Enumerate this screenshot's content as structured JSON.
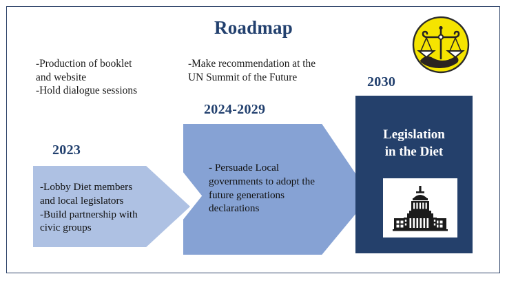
{
  "slide": {
    "title": "Roadmap",
    "accent_navy": "#22406e",
    "arrow_light_blue": "#aec1e3",
    "arrow_mid_blue": "#86a2d4",
    "dest_box_navy": "#24406b",
    "logo_yellow": "#F5E400",
    "border_color": "#2e4369"
  },
  "notes": {
    "phase_2023": "-Production of booklet\nand website\n-Hold dialogue sessions",
    "phase_2024": "-Make recommendation at the\nUN Summit of the Future"
  },
  "years": {
    "y2023": "2023",
    "y2024_2029": "2024-2029",
    "y2030": "2030"
  },
  "arrows": [
    {
      "id": "arrow-2023",
      "year": "2023",
      "body": "-Lobby Diet members\nand local legislators\n-Build partnership with\ncivic groups"
    },
    {
      "id": "arrow-2024",
      "year": "2024-2029",
      "body": "- Persuade Local\ngovernments to adopt the\nfuture generations\ndeclarations"
    }
  ],
  "destination": {
    "year": "2030",
    "title": "Legislation\nin the Diet",
    "photo_icon": "diet-building-icon"
  },
  "logo": {
    "icon": "scales-of-justice-in-hand-icon"
  }
}
